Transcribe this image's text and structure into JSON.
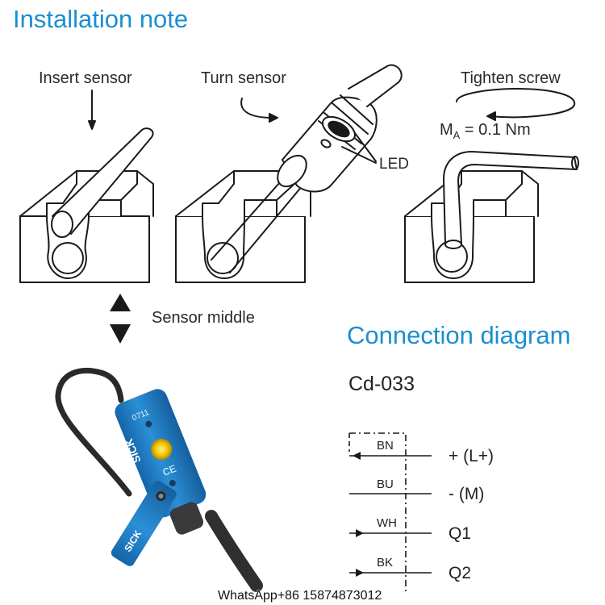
{
  "installation": {
    "title": "Installation note",
    "steps": [
      {
        "label": "Insert sensor"
      },
      {
        "label": "Turn sensor"
      },
      {
        "label": "Tighten screw"
      }
    ],
    "led_label": "LED",
    "torque_main": "M",
    "torque_sub": "A",
    "torque_value": "= 0.1 Nm",
    "sensor_middle_label": "Sensor middle"
  },
  "connection": {
    "title": "Connection diagram",
    "model": "Cd-033",
    "wires": [
      {
        "color": "BN",
        "terminal": "+ (L+)",
        "direction": "in"
      },
      {
        "color": "BU",
        "terminal": "- (M)",
        "direction": "none"
      },
      {
        "color": "WH",
        "terminal": "Q1",
        "direction": "out"
      },
      {
        "color": "BK",
        "terminal": "Q2",
        "direction": "out"
      }
    ]
  },
  "product": {
    "brand": "SICK",
    "code": "0711",
    "ce_mark": "CE",
    "body_color": "#1f7fc4",
    "cable_color": "#2a2a2a",
    "led_color": "#f2c300"
  },
  "watermark": "WhatsApp+86 15874873012",
  "colors": {
    "accent": "#1a8fd0"
  }
}
